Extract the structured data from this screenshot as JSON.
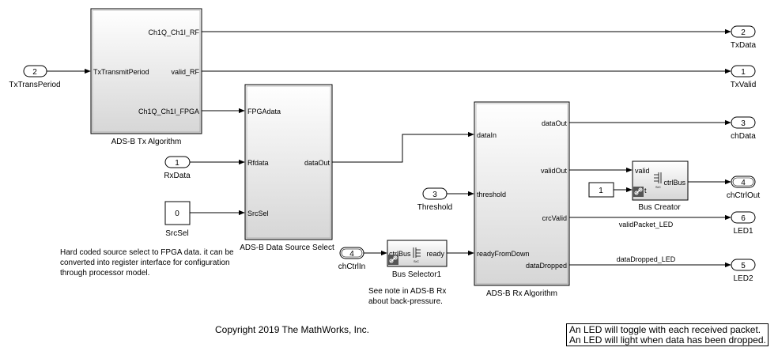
{
  "blocks": {
    "tx": {
      "name": "ADS-B Tx Algorithm",
      "in_ports": [
        "TxTransmitPeriod"
      ],
      "out_ports": [
        "Ch1Q_Ch1I_RF",
        "valid_RF",
        "Ch1Q_Ch1I_FPGA"
      ]
    },
    "src": {
      "name": "ADS-B Data Source Select",
      "in_ports": [
        "FPGAdata",
        "Rfdata",
        "SrcSel"
      ],
      "out_ports": [
        "dataOut"
      ]
    },
    "rx": {
      "name": "ADS-B Rx Algorithm",
      "in_ports": [
        "dataIn",
        "threshold",
        "readyFromDown"
      ],
      "out_ports": [
        "dataOut",
        "validOut",
        "crcValid",
        "dataDropped"
      ]
    },
    "bus_selector": {
      "name": "Bus Selector1",
      "in_port": "ctrlBus",
      "out_port": "ready",
      "glyph": "SrC"
    },
    "bus_creator": {
      "name": "Bus Creator",
      "in_ports": [
        "valid",
        "t"
      ],
      "out_port": "ctrlBus",
      "glyph": "SrC"
    },
    "srcsel_const": {
      "name": "SrcSel",
      "value": "0"
    },
    "one_const": {
      "value": "1"
    }
  },
  "inports": [
    {
      "num": "2",
      "name": "TxTransPeriod"
    },
    {
      "num": "1",
      "name": "RxData"
    },
    {
      "num": "3",
      "name": "Threshold"
    },
    {
      "num": "4",
      "name": "chCtrlIn"
    }
  ],
  "outports": [
    {
      "num": "2",
      "name": "TxData"
    },
    {
      "num": "1",
      "name": "TxValid"
    },
    {
      "num": "3",
      "name": "chData"
    },
    {
      "num": "4",
      "name": "chCtrlOut"
    },
    {
      "num": "6",
      "name": "LED1"
    },
    {
      "num": "5",
      "name": "LED2"
    }
  ],
  "signals": {
    "valid_packet": "validPacket_LED",
    "data_dropped": "dataDropped_LED"
  },
  "notes": {
    "src_select": [
      "Hard coded source select to FPGA data. it can be",
      "converted into register interface for configuration",
      "through processor model."
    ],
    "backpressure": [
      "See note in ADS-B Rx",
      "about back-pressure."
    ],
    "copyright": "Copyright 2019 The MathWorks, Inc.",
    "led": [
      "An LED will toggle with each received packet.",
      "An LED will light when data has been dropped."
    ]
  }
}
